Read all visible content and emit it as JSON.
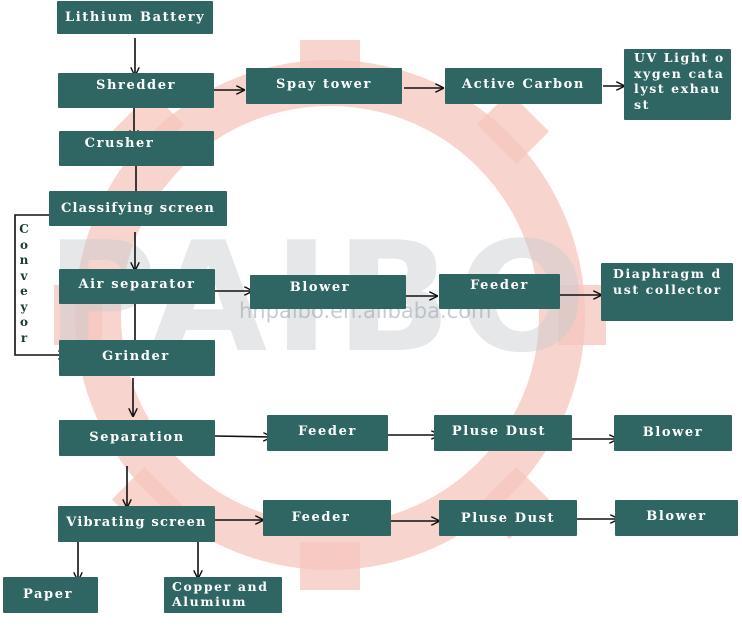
{
  "watermark": {
    "logo_text": "PAIBO",
    "url": "hnpaibo.en.alibaba.com"
  },
  "conveyor_label": "Conveyor",
  "nodes": {
    "lithium_battery": "Lithium Battery",
    "shredder": "Shredder",
    "spay_tower": "Spay tower",
    "active_carbon": "Active Carbon",
    "uv_light": "UV Light oxygen catalyst exhaust",
    "crusher": "Crusher",
    "classifying_screen": "Classifying screen",
    "air_separator": "Air separator",
    "blower_1": "Blower",
    "feeder_1": "Feeder",
    "diaphragm": "Diaphragm dust collector",
    "grinder": "Grinder",
    "separation": "Separation",
    "feeder_2": "Feeder",
    "pluse_dust_1": "Pluse Dust",
    "blower_2": "Blower",
    "vibrating_screen": "Vibrating screen",
    "feeder_3": "Feeder",
    "pluse_dust_2": "Pluse Dust",
    "blower_3": "Blower",
    "paper": "Paper",
    "copper_aluminum": "Copper and Alumium"
  },
  "colors": {
    "box": "#2f6663",
    "text": "#ffffff",
    "arrow": "#111111",
    "gear": "#f6c6bd",
    "logo": "#c7cccf"
  }
}
